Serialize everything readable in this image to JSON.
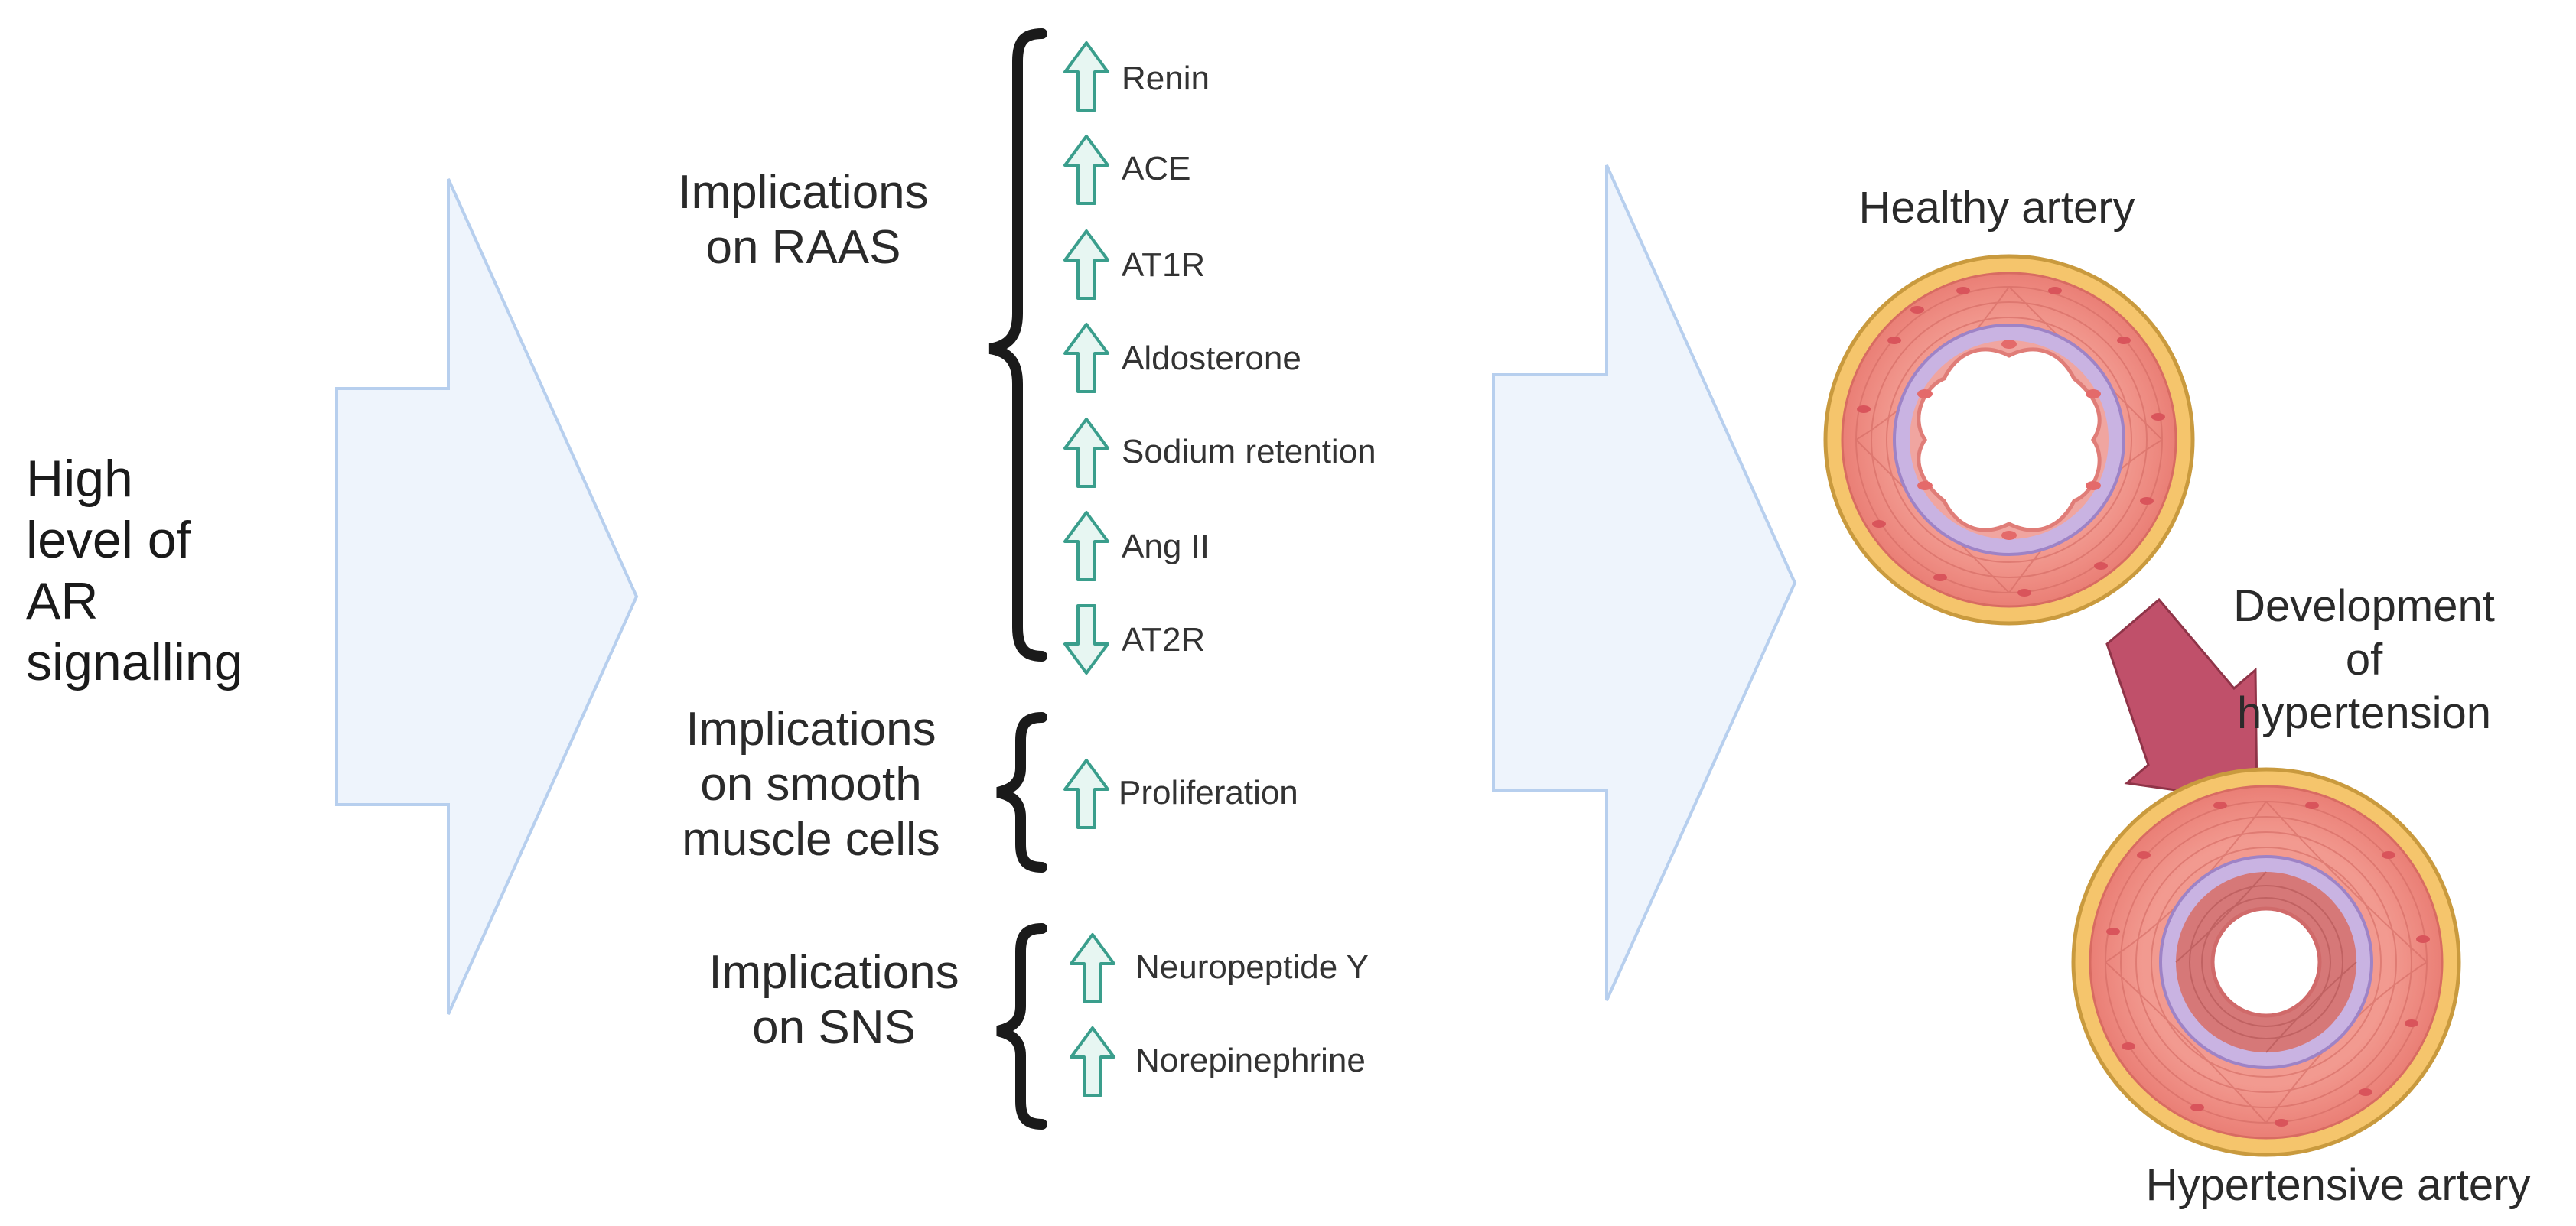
{
  "left_label": "High\nlevel of\nAR\nsignalling",
  "groups": [
    {
      "title": "Implications\non RAAS",
      "items": [
        {
          "label": "Renin",
          "direction": "up"
        },
        {
          "label": "ACE",
          "direction": "up"
        },
        {
          "label": "AT1R",
          "direction": "up"
        },
        {
          "label": "Aldosterone",
          "direction": "up"
        },
        {
          "label": "Sodium retention",
          "direction": "up"
        },
        {
          "label": "Ang II",
          "direction": "up"
        },
        {
          "label": "AT2R",
          "direction": "down"
        }
      ]
    },
    {
      "title": "Implications\non smooth\nmuscle cells",
      "items": [
        {
          "label": "Proliferation",
          "direction": "up"
        }
      ]
    },
    {
      "title": "Implications\non SNS",
      "items": [
        {
          "label": "Neuropeptide Y",
          "direction": "up"
        },
        {
          "label": "Norepinephrine",
          "direction": "up"
        }
      ]
    }
  ],
  "healthy_artery_label": "Healthy artery",
  "development_label": "Development\nof\nhypertension",
  "hypertensive_artery_label": "Hypertensive artery",
  "colors": {
    "big_arrow_fill": "#eef4fc",
    "big_arrow_stroke": "#b7cfee",
    "small_arrow_fill": "#e7f6f2",
    "small_arrow_stroke": "#3a9e8c",
    "dev_arrow_fill": "#c0506a",
    "artery_adventitia": "#f3c46a",
    "artery_media": "#f08a80",
    "artery_intima": "#c7b4e0"
  },
  "icons": {
    "up": "arrow-up-icon",
    "down": "arrow-down-icon"
  }
}
